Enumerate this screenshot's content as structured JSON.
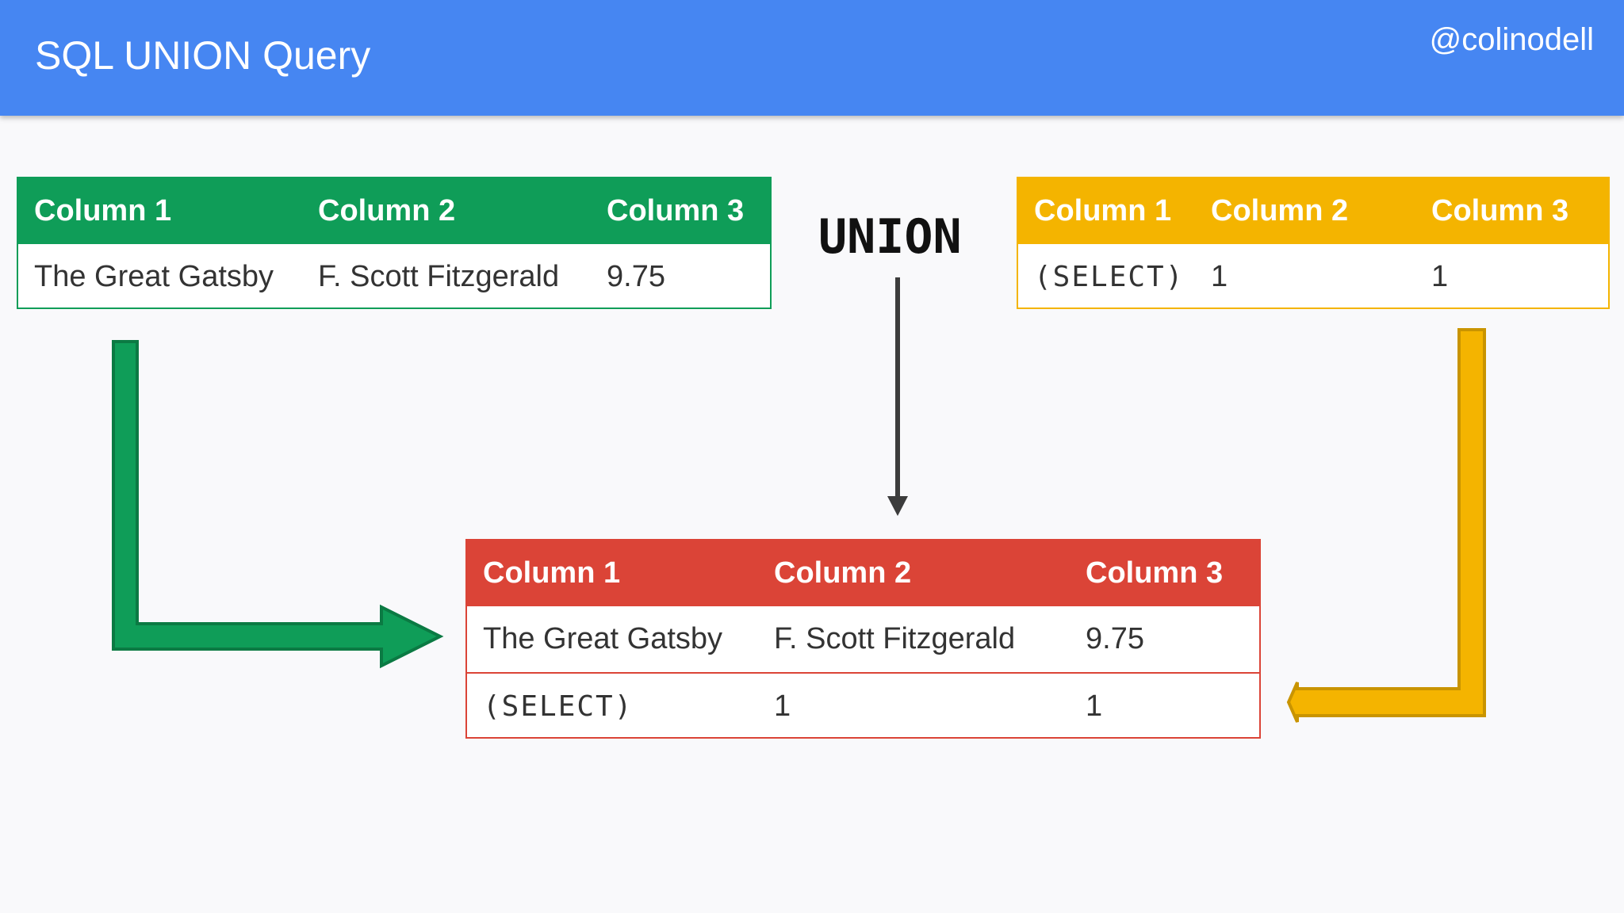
{
  "header": {
    "title": "SQL UNION Query",
    "handle": "@colinodell"
  },
  "union_label": "UNION",
  "colors": {
    "header_blue": "#4686f2",
    "green": "#0f9d58",
    "yellow": "#f4b400",
    "red": "#db4437"
  },
  "tables": {
    "left": {
      "headers": [
        "Column 1",
        "Column 2",
        "Column 3"
      ],
      "rows": [
        [
          "The Great Gatsby",
          "F. Scott Fitzgerald",
          "9.75"
        ]
      ]
    },
    "right": {
      "headers": [
        "Column 1",
        "Column 2",
        "Column 3"
      ],
      "rows": [
        [
          "(SELECT)",
          "1",
          "1"
        ]
      ]
    },
    "result": {
      "headers": [
        "Column 1",
        "Column 2",
        "Column 3"
      ],
      "rows": [
        [
          "The Great Gatsby",
          "F. Scott Fitzgerald",
          "9.75"
        ],
        [
          "(SELECT)",
          "1",
          "1"
        ]
      ]
    }
  },
  "icons": {
    "left_arrow": "green-bent-arrow-icon",
    "down_arrow": "down-arrow-icon",
    "right_arrow": "yellow-bent-arrow-icon"
  }
}
